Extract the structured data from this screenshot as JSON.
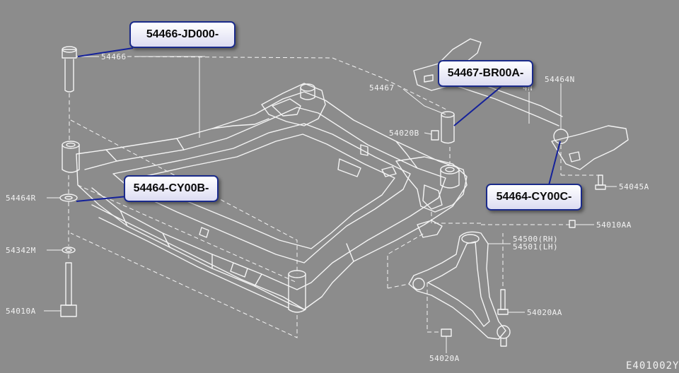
{
  "callouts": {
    "c1": "54466-JD000-",
    "c2": "54467-BR00A-",
    "c3": "54464-CY00B-",
    "c4": "54464-CY00C-"
  },
  "labels": {
    "l54466": "54466",
    "l54467": "54467",
    "l54464N": "54464N",
    "l54464N_partial": "4N",
    "l54020B": "54020B",
    "l54045A": "54045A",
    "l54464R": "54464R",
    "l54010AA": "54010AA",
    "l54500": "54500(RH)",
    "l54501": "54501(LH)",
    "l54342M": "54342M",
    "l54010A": "54010A",
    "l54020AA": "54020AA",
    "l54020A": "54020A"
  },
  "diagram_code": "E401002Y"
}
